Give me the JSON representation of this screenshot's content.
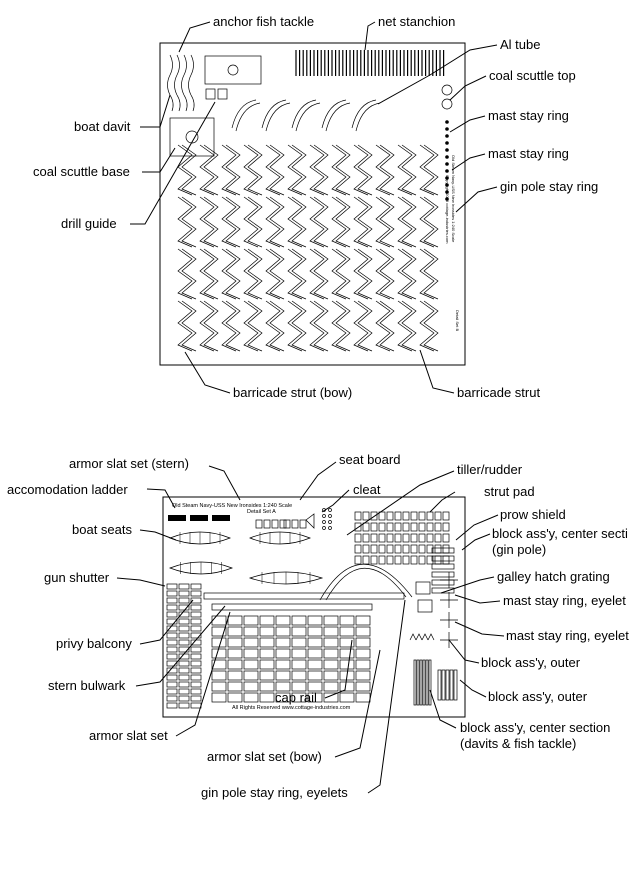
{
  "fret_a": {
    "labels": {
      "anchor_fish_tackle": "anchor fish tackle",
      "net_stanchion": "net stanchion",
      "al_tube": "Al tube",
      "coal_scuttle_top": "coal scuttle top",
      "boat_davit": "boat davit",
      "mast_stay_ring_1": "mast stay ring",
      "mast_stay_ring_2": "mast stay ring",
      "coal_scuttle_base": "coal scuttle base",
      "gin_pole_stay_ring": "gin pole stay ring",
      "drill_guide": "drill guide",
      "barricade_strut_bow": "barricade strut (bow)",
      "barricade_strut": "barricade strut"
    },
    "engraving": {
      "line1": "Old Steam Navy-USS New Ironsides 1:240 Scale",
      "line2": "Copyright 2008 cottage-industries.com",
      "line3": "Detail Set B"
    }
  },
  "fret_b": {
    "labels": {
      "armor_slat_set_stern": "armor slat set (stern)",
      "seat_board": "seat board",
      "accomodation_ladder": "accomodation ladder",
      "tiller_rudder": "tiller/rudder",
      "cleat": "cleat",
      "strut_pad": "strut pad",
      "boat_seats": "boat seats",
      "prow_shield": "prow shield",
      "block_center_gin_pole_1": "block ass'y, center secti",
      "block_center_gin_pole_2": "(gin pole)",
      "gun_shutter": "gun shutter",
      "galley_hatch_grating": "galley hatch grating",
      "mast_stay_ring_eyelet_1": "mast stay ring, eyelet",
      "privy_balcony": "privy balcony",
      "mast_stay_ring_eyelet_2": "mast stay ring, eyelet",
      "block_outer_1": "block ass'y, outer",
      "stern_bulwark": "stern bulwark",
      "block_outer_2": "block ass'y, outer",
      "cap_rail": "cap rail",
      "armor_slat_set": "armor slat set",
      "block_center_section_1": "block ass'y, center section",
      "block_center_section_2": "(davits & fish tackle)",
      "armor_slat_set_bow": "armor slat set (bow)",
      "gin_pole_stay_ring_eyelets": "gin pole stay ring, eyelets"
    },
    "engraving": {
      "line1": "Old Steam Navy-USS New Ironsides 1:240 Scale",
      "line2": "Detail Set A",
      "line3": "All Rights Reserved www.cottage-industries.com"
    }
  }
}
